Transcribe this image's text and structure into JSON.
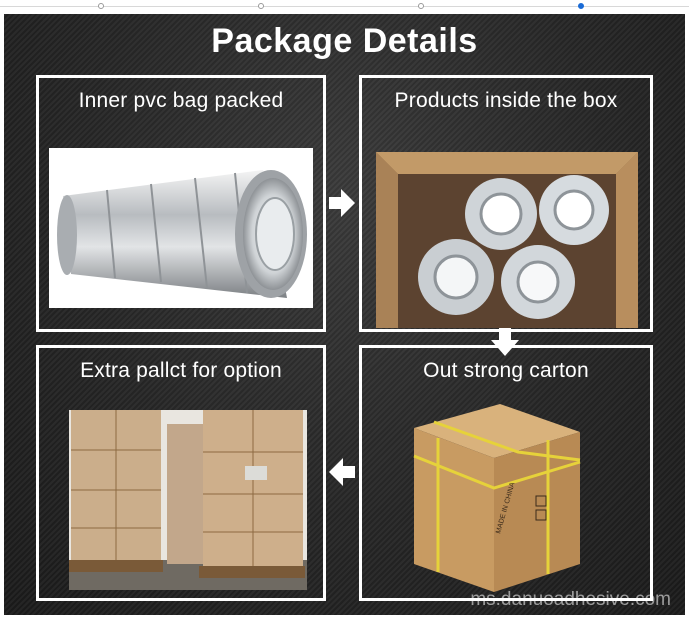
{
  "title": "Package Details",
  "steps": [
    {
      "caption": "Inner pvc bag packed"
    },
    {
      "caption": "Products inside the box"
    },
    {
      "caption": "Out strong carton"
    },
    {
      "caption": "Extra pallct for option"
    }
  ],
  "carton_print": "MADE IN CHINA",
  "watermark": "ms.danuoadhesive.com",
  "colors": {
    "frame": "#ffffff",
    "background": "#262626",
    "cardboard": "#c49a63",
    "tape_strap": "#e6d23a"
  }
}
